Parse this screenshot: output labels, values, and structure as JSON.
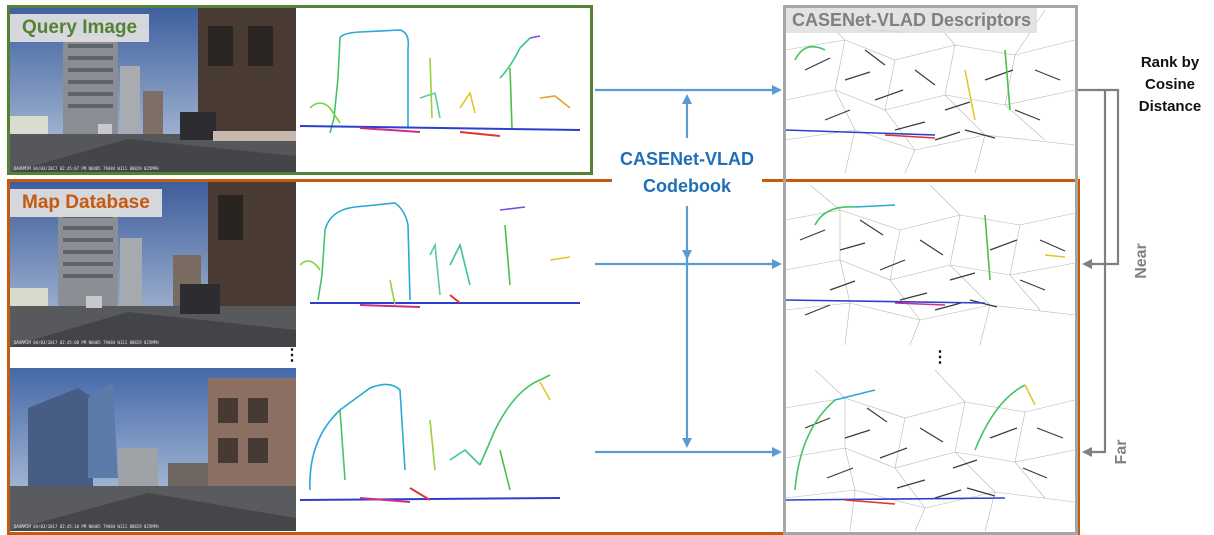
{
  "labels": {
    "query_image": "Query Image",
    "map_database": "Map Database",
    "descriptors": "CASENet-VLAD Descriptors",
    "codebook_line1": "CASENet-VLAD",
    "codebook_line2": "Codebook",
    "rank_line1": "Rank by",
    "rank_line2": "Cosine",
    "rank_line3": "Distance",
    "near": "Near",
    "far": "Far",
    "ellipsis_left": "⋮",
    "ellipsis_right": "⋮"
  },
  "dashcam_stamps": {
    "query": "DAXRMIM 04/03/2017 02:45:07 PM N0485 79484 W111 88829 025MPH",
    "map1": "DAXRMIM 04/03/2017 02:45:08 PM N0485 79484 W111 88829 025MPH",
    "map2": "DAXRMIM 04/03/2017 02:45:10 PM N0485 79484 W111 88829 025MPH"
  },
  "colors": {
    "query_border": "#548235",
    "map_border": "#c55a11",
    "descriptor_border": "#a6a6a6",
    "arrow_blue": "#5b9bd5",
    "rank_arrow_gray": "#808080",
    "codebook_text": "#1f6fb6"
  }
}
